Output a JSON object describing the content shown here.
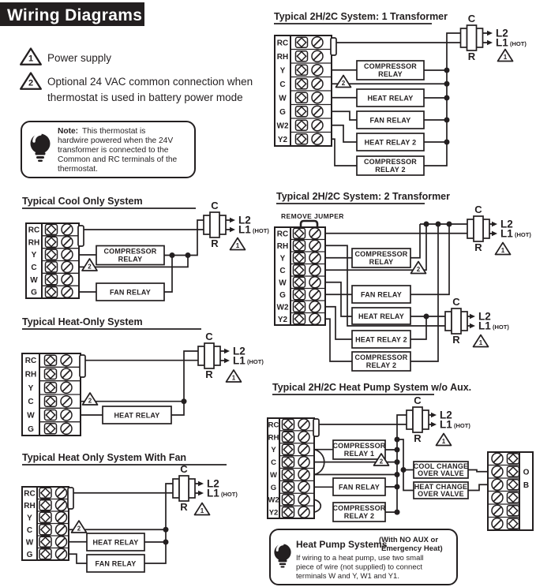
{
  "header": {
    "title": "Wiring Diagrams"
  },
  "markers": {
    "one": "1",
    "two": "2"
  },
  "legend": {
    "item1": "Power supply",
    "item2_line1": "Optional 24 VAC common connection when",
    "item2_line2": "thermostat is used in battery power mode"
  },
  "note": {
    "label": "Note:",
    "line1": "This thermostat is",
    "line2": "hardwire powered when the 24V",
    "line3": "transformer is connected to the",
    "line4": "Common and RC terminals of the",
    "line5": "thermostat."
  },
  "xfmr": {
    "c": "C",
    "r": "R",
    "l2": "L2",
    "l1": "L1",
    "hot": "(HOT)"
  },
  "labels": {
    "remove_jumper": "REMOVE JUMPER",
    "compressor": "COMPRESSOR",
    "relay": "RELAY",
    "relay1": "RELAY 1",
    "relay2": "RELAY 2",
    "heat_relay": "HEAT RELAY",
    "heat_relay2": "HEAT RELAY 2",
    "fan_relay": "FAN RELAY",
    "cool_change": "COOL CHANGE",
    "heat_change": "HEAT CHANGE",
    "over_valve": "OVER VALVE",
    "o": "O",
    "b": "B"
  },
  "terminals8": [
    "RC",
    "RH",
    "Y",
    "C",
    "W",
    "G",
    "W2",
    "Y2"
  ],
  "terminals6": [
    "RC",
    "RH",
    "Y",
    "C",
    "W",
    "G"
  ],
  "diagrams": {
    "a": {
      "title": "Typical 2H/2C System: 1 Transformer"
    },
    "b": {
      "title": "Typical Cool Only System"
    },
    "c": {
      "title": "Typical Heat-Only System"
    },
    "d": {
      "title": "Typical Heat Only System With Fan"
    },
    "e": {
      "title": "Typical 2H/2C System: 2 Transformer"
    },
    "f": {
      "title": "Typical 2H/2C Heat Pump System w/o Aux."
    }
  },
  "heat_pump_note": {
    "title": "Heat Pump Systems",
    "sub1": "(With NO AUX or",
    "sub2": "Emergency Heat)",
    "line1": "If wiring to a heat pump, use two small",
    "line2": "piece of wire (not supplied) to connect",
    "line3": "terminals W and Y, W1 and Y1."
  },
  "colors": {
    "ink": "#231f20",
    "paper": "#ffffff"
  }
}
